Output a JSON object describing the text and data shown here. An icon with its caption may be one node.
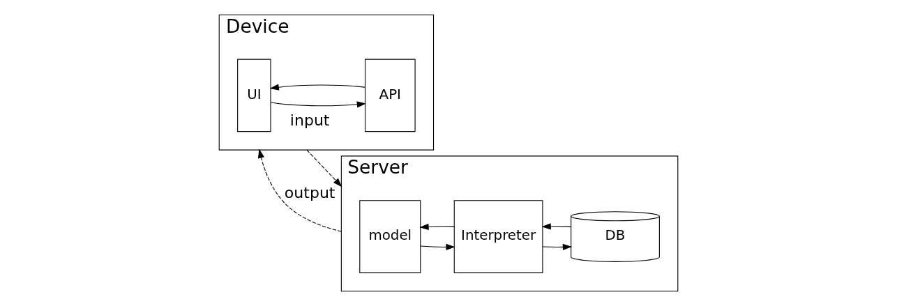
{
  "diagram": {
    "nodes": [
      {
        "text": [
          "Device"
        ]
      },
      {
        "text": [
          "UI"
        ],
        "in": 0
      },
      {
        "text": [
          "API"
        ],
        "in": 0
      },
      {
        "text": [
          "Server"
        ]
      },
      {
        "text": [
          "model"
        ],
        "in": 3
      },
      {
        "text": [
          "Interpreter"
        ],
        "in": 3
      },
      {
        "text": [
          "DB"
        ],
        "in": 3
      }
    ],
    "edges": [
      {
        "from": 2,
        "to": 1,
        "arrow": "to"
      },
      {
        "from": 1,
        "to": 2,
        "arrow": "to"
      },
      {
        "from": 0,
        "to": 3,
        "arrow": "to",
        "label": "input",
        "style": "dashed"
      },
      {
        "from": 3,
        "to": 0,
        "arrow": "to",
        "label": "output",
        "style": "dashed"
      },
      {
        "from": 5,
        "to": 4,
        "arrow": "to"
      },
      {
        "from": 4,
        "to": 5,
        "arrow": "to"
      },
      {
        "from": 6,
        "to": 5,
        "arrow": "to"
      },
      {
        "from": 5,
        "to": 6,
        "arrow": "to"
      }
    ]
  }
}
